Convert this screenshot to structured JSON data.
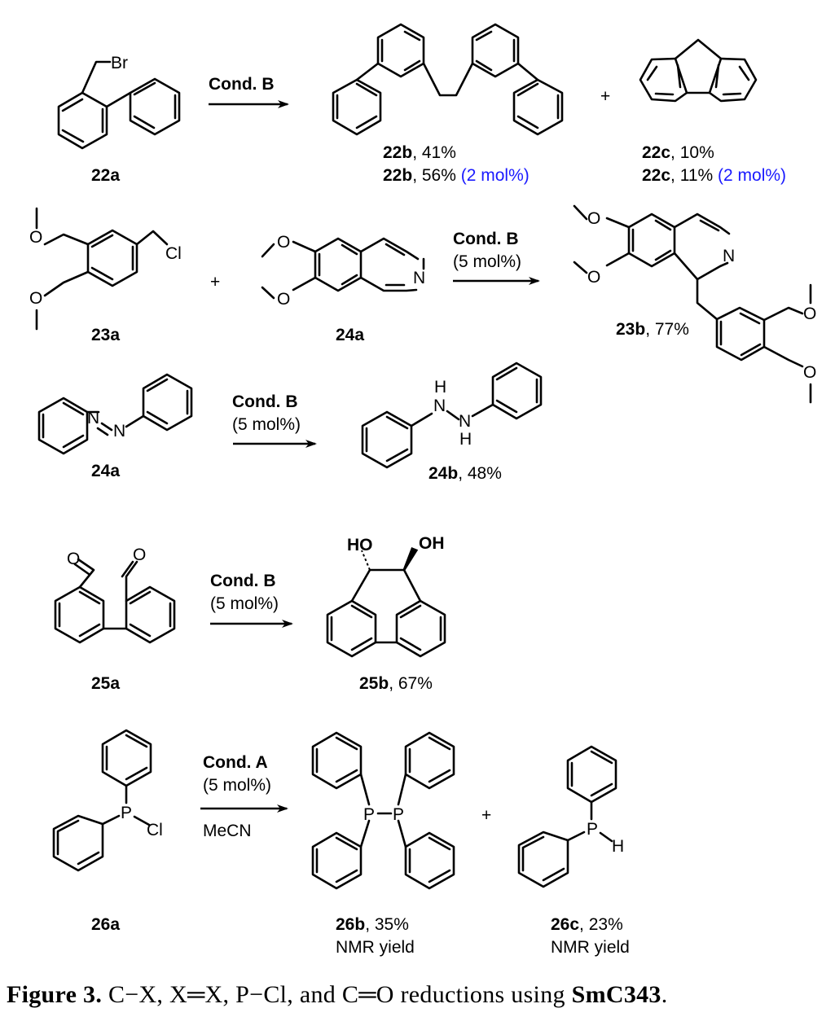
{
  "colors": {
    "condition": "#1a1aff",
    "phosphorus": "#e8000b",
    "text": "#000000"
  },
  "atoms": {
    "Br": "Br",
    "Cl": "Cl",
    "O": "O",
    "N": "N",
    "H": "H",
    "P": "P",
    "HO": "HO",
    "OH": "OH"
  },
  "plus": "+",
  "reactions": {
    "r22": {
      "start": "22a",
      "condition": "Cond. B",
      "product1": {
        "id": "22b",
        "yield": ", 41%",
        "id2": "22b",
        "yield2": ", 56% ",
        "loading2": "(2 mol%)"
      },
      "product2": {
        "id": "22c",
        "yield": ", 10%",
        "id2": "22c",
        "yield2": ", 11% ",
        "loading2": "(2 mol%)"
      }
    },
    "r23": {
      "start": "23a",
      "reagent": "24a",
      "condition": "Cond. B",
      "loading": "(5 mol%)",
      "product": {
        "id": "23b",
        "yield": ", 77%"
      }
    },
    "r24": {
      "start": "24a",
      "condition": "Cond. B",
      "loading": "(5 mol%)",
      "product": {
        "id": "24b",
        "yield": ", 48%"
      }
    },
    "r25": {
      "start": "25a",
      "condition": "Cond. B",
      "loading": "(5 mol%)",
      "product": {
        "id": "25b",
        "yield": ", 67%"
      }
    },
    "r26": {
      "start": "26a",
      "condition": "Cond. A",
      "loading": "(5 mol%)",
      "solvent": "MeCN",
      "product1": {
        "id": "26b",
        "yield": ", 35%",
        "note": "NMR yield"
      },
      "product2": {
        "id": "26c",
        "yield": ", 23%",
        "note": "NMR yield"
      }
    }
  },
  "caption": {
    "label": "Figure 3.",
    "text": " C−X, X═X, P−Cl, and C═O reductions using ",
    "compound": "SmC343",
    "end": "."
  }
}
